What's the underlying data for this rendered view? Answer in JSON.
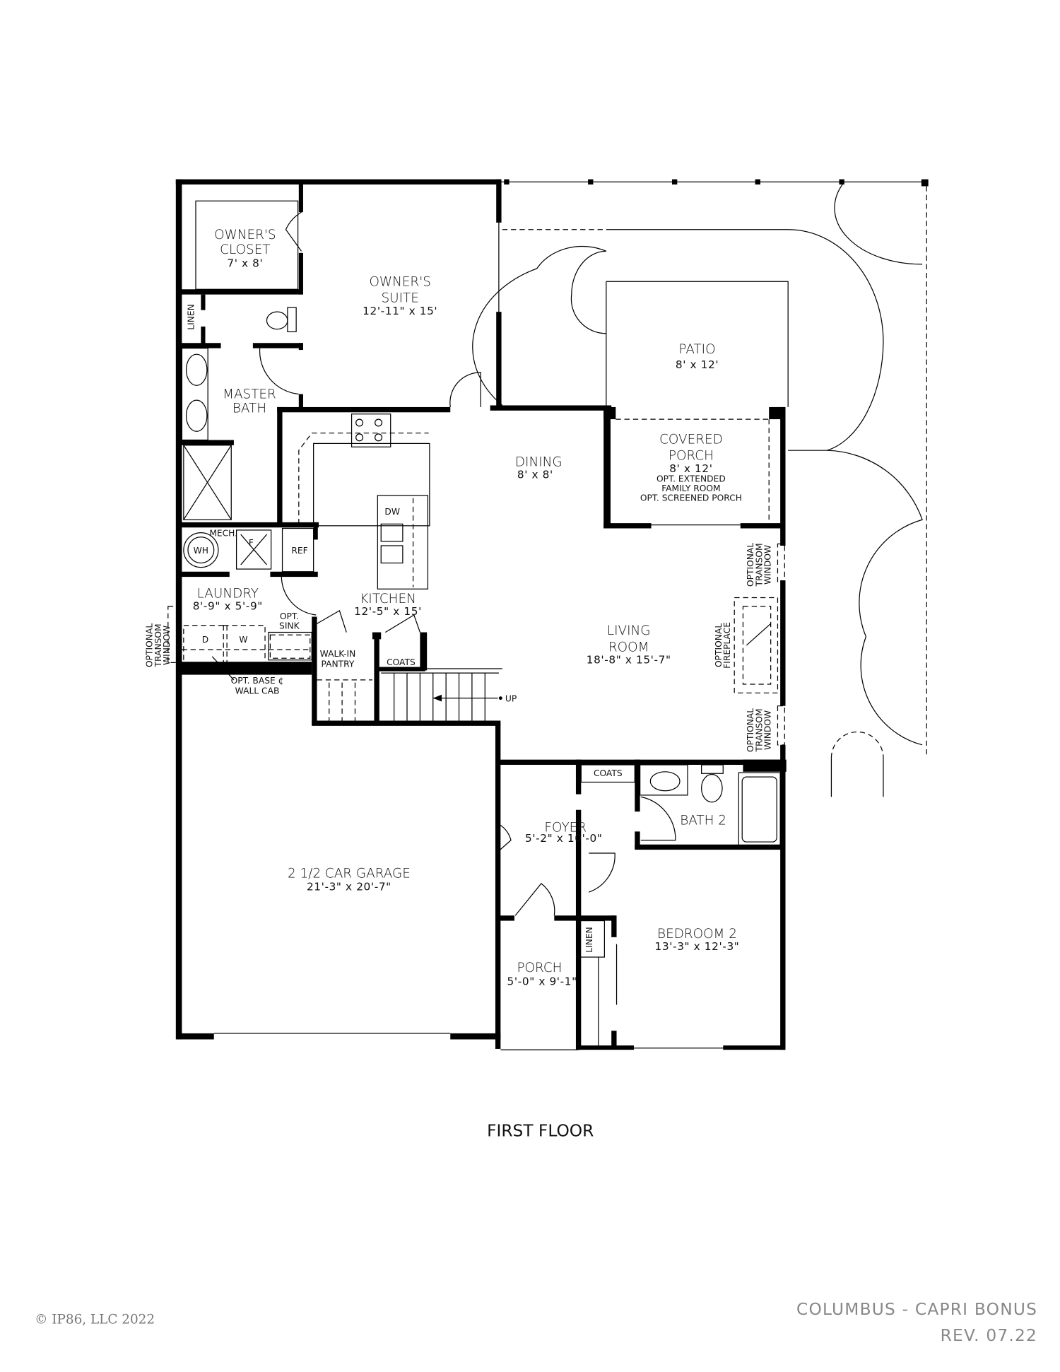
{
  "plan": {
    "title": "FIRST FLOOR",
    "model": "COLUMBUS - CAPRI BONUS",
    "revision": "REV. 07.22",
    "copyright": "© IP86, LLC 2022"
  },
  "rooms": {
    "owners_closet": {
      "line1": "OWNER'S",
      "line2": "CLOSET",
      "dims": "7' x 8'"
    },
    "owners_suite": {
      "line1": "OWNER'S",
      "line2": "SUITE",
      "dims": "12'-11\" x 15'"
    },
    "master_bath": {
      "line1": "MASTER",
      "line2": "BATH"
    },
    "patio": {
      "name": "PATIO",
      "dims": "8' x 12'"
    },
    "covered_porch": {
      "line1": "COVERED",
      "line2": "PORCH",
      "dims": "8' x 12'",
      "note1": "OPT. EXTENDED",
      "note2": "FAMILY ROOM",
      "note3": "OPT. SCREENED PORCH"
    },
    "dining": {
      "name": "DINING",
      "dims": "8' x 8'"
    },
    "kitchen": {
      "name": "KITCHEN",
      "dims": "12'-5\" x 15'"
    },
    "laundry": {
      "name": "LAUNDRY",
      "dims": "8'-9\" x 5'-9\""
    },
    "living_room": {
      "line1": "LIVING",
      "line2": "ROOM",
      "dims": "18'-8\" x 15'-7\""
    },
    "garage": {
      "name": "2 1/2 CAR GARAGE",
      "dims": "21'-3\" x 20'-7\""
    },
    "foyer": {
      "name": "FOYER",
      "dims": "5'-2\" x 10'-0\""
    },
    "bath_2": {
      "name": "BATH 2"
    },
    "bedroom_2": {
      "name": "BEDROOM 2",
      "dims": "13'-3\" x 12'-3\""
    },
    "porch": {
      "name": "PORCH",
      "dims": "5'-0\" x 9'-1\""
    }
  },
  "fixtures": {
    "linen": "LINEN",
    "mech": "MECH.",
    "wh": "WH",
    "f": "F",
    "ref": "REF",
    "dw": "DW",
    "dryer": "D",
    "washer": "W",
    "opt_sink_1": "OPT.",
    "opt_sink_2": "SINK",
    "walk_in_1": "WALK-IN",
    "walk_in_2": "PANTRY",
    "coats": "COATS",
    "up": "UP",
    "opt_cab_1": "OPT. BASE ¢",
    "opt_cab_2": "WALL CAB",
    "transom_1": "OPTIONAL",
    "transom_2": "TRANSOM",
    "transom_3": "WINDOW",
    "fireplace_1": "OPTIONAL",
    "fireplace_2": "FIREPLACE"
  }
}
